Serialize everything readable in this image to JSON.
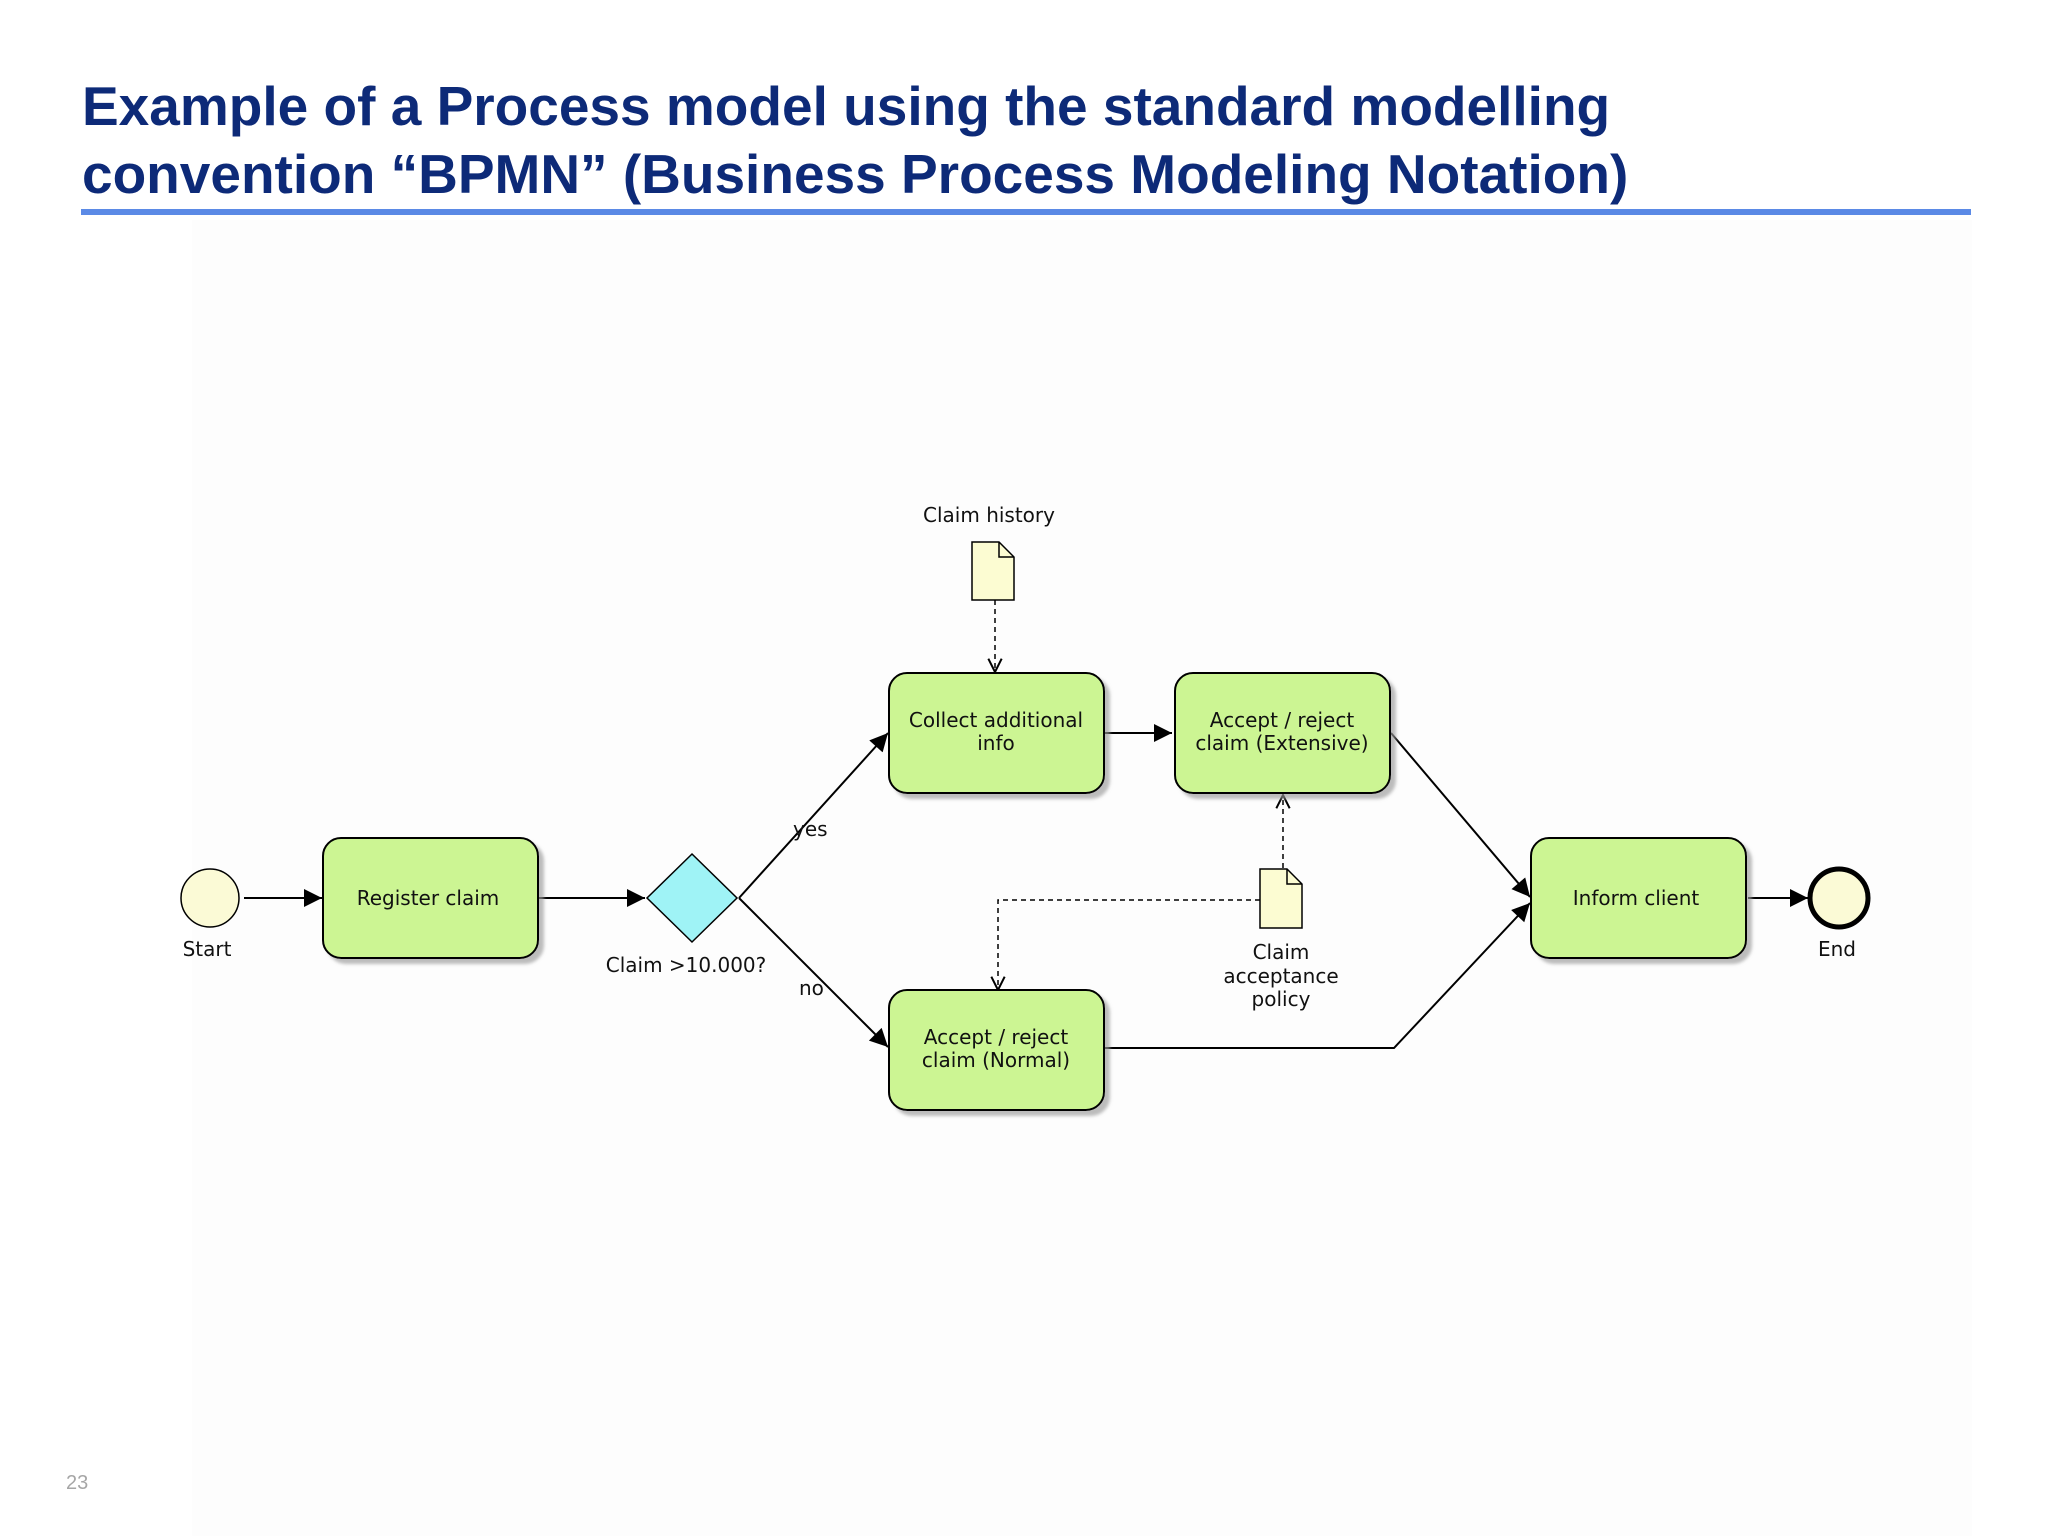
{
  "slide": {
    "title_line1": "Example of a Process model using the standard modelling",
    "title_line2": "convention “BPMN” (Business Process Modeling Notation)",
    "page_number": "23"
  },
  "diagram": {
    "start_label": "Start",
    "end_label": "End",
    "tasks": {
      "register": "Register claim",
      "collect_1": "Collect additional",
      "collect_2": "info",
      "extensive_1": "Accept / reject",
      "extensive_2": "claim (Extensive)",
      "normal_1": "Accept / reject",
      "normal_2": "claim (Normal)",
      "inform": "Inform client"
    },
    "gateway_label": "Claim >10.000?",
    "flow_yes": "yes",
    "flow_no": "no",
    "documents": {
      "history": "Claim history",
      "policy_1": "Claim",
      "policy_2": "acceptance",
      "policy_3": "policy"
    },
    "colors": {
      "task_fill": "#ccf593",
      "gateway_fill": "#9ff3f6",
      "event_fill": "#fbfad6",
      "document_fill": "#fcfcd2",
      "title": "#0d2a78",
      "title_rule": "#5b8ae6"
    }
  }
}
